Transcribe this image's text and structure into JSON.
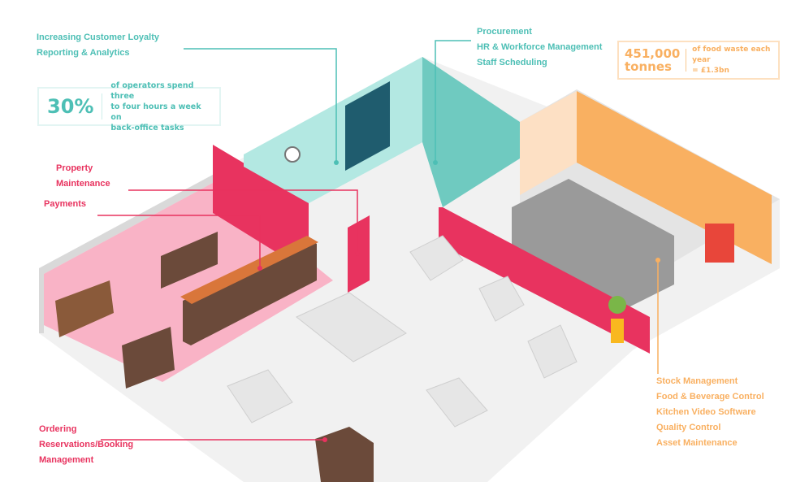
{
  "colors": {
    "teal": "#4dbfb5",
    "red": "#e8335f",
    "orange": "#f9b061",
    "floor": "#f1f1f1",
    "pink": "#f9b3c6"
  },
  "labels": {
    "front_office": [
      "Increasing Customer Loyalty",
      "Reporting & Analytics"
    ],
    "back_office": [
      "Procurement",
      "HR & Workforce Management",
      "Staff Scheduling"
    ],
    "property": [
      "Property",
      "Maintenance"
    ],
    "payments": "Payments",
    "front_desk": [
      "Ordering",
      "Reservations/Booking",
      "Management"
    ],
    "kitchen": [
      "Stock Management",
      "Food & Beverage Control",
      "Kitchen Video Software",
      "Quality Control",
      "Asset Maintenance"
    ]
  },
  "stats": {
    "operators": {
      "value": "30%",
      "text": [
        "of operators spend three",
        "to four hours a week on",
        "back-office tasks"
      ]
    },
    "waste": {
      "value": [
        "451,000",
        "tonnes"
      ],
      "text": [
        "of food waste each year",
        "= £1.3bn"
      ]
    }
  }
}
